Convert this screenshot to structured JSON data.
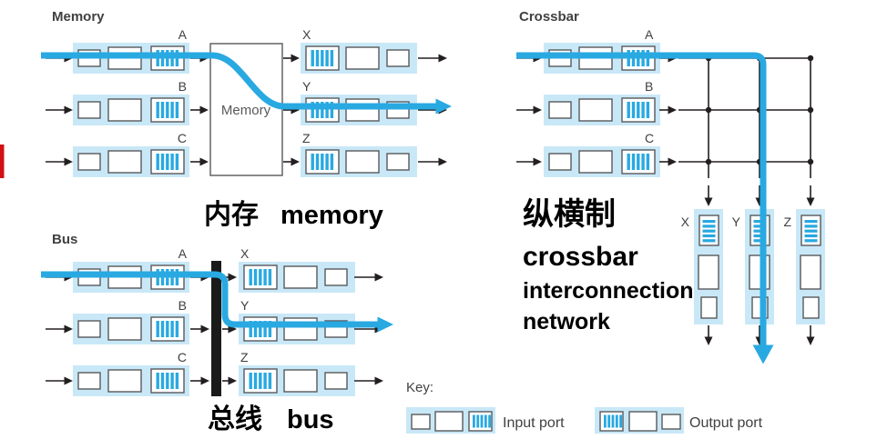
{
  "figure": {
    "memory": {
      "title": "Memory",
      "box_label": "Memory",
      "inputs": [
        "A",
        "B",
        "C"
      ],
      "outputs": [
        "X",
        "Y",
        "Z"
      ],
      "caption_zh": "内存",
      "caption_en": "memory"
    },
    "bus": {
      "title": "Bus",
      "inputs": [
        "A",
        "B",
        "C"
      ],
      "outputs": [
        "X",
        "Y",
        "Z"
      ],
      "caption_zh": "总线",
      "caption_en": "bus"
    },
    "crossbar": {
      "title": "Crossbar",
      "inputs": [
        "A",
        "B",
        "C"
      ],
      "outputs": [
        "X",
        "Y",
        "Z"
      ],
      "caption_zh": "纵横制",
      "caption_en_line1": "crossbar",
      "caption_en_line2": "interconnection",
      "caption_en_line3": "network"
    }
  },
  "key": {
    "label": "Key:",
    "input_port": "Input port",
    "output_port": "Output port"
  },
  "colors": {
    "highlight_blue": "#29a9e1",
    "row_fill": "#c9e8f7",
    "box_border": "#58595b",
    "line_black": "#231f20",
    "label_gray": "#414042",
    "left_edge_red": "#d01012"
  }
}
